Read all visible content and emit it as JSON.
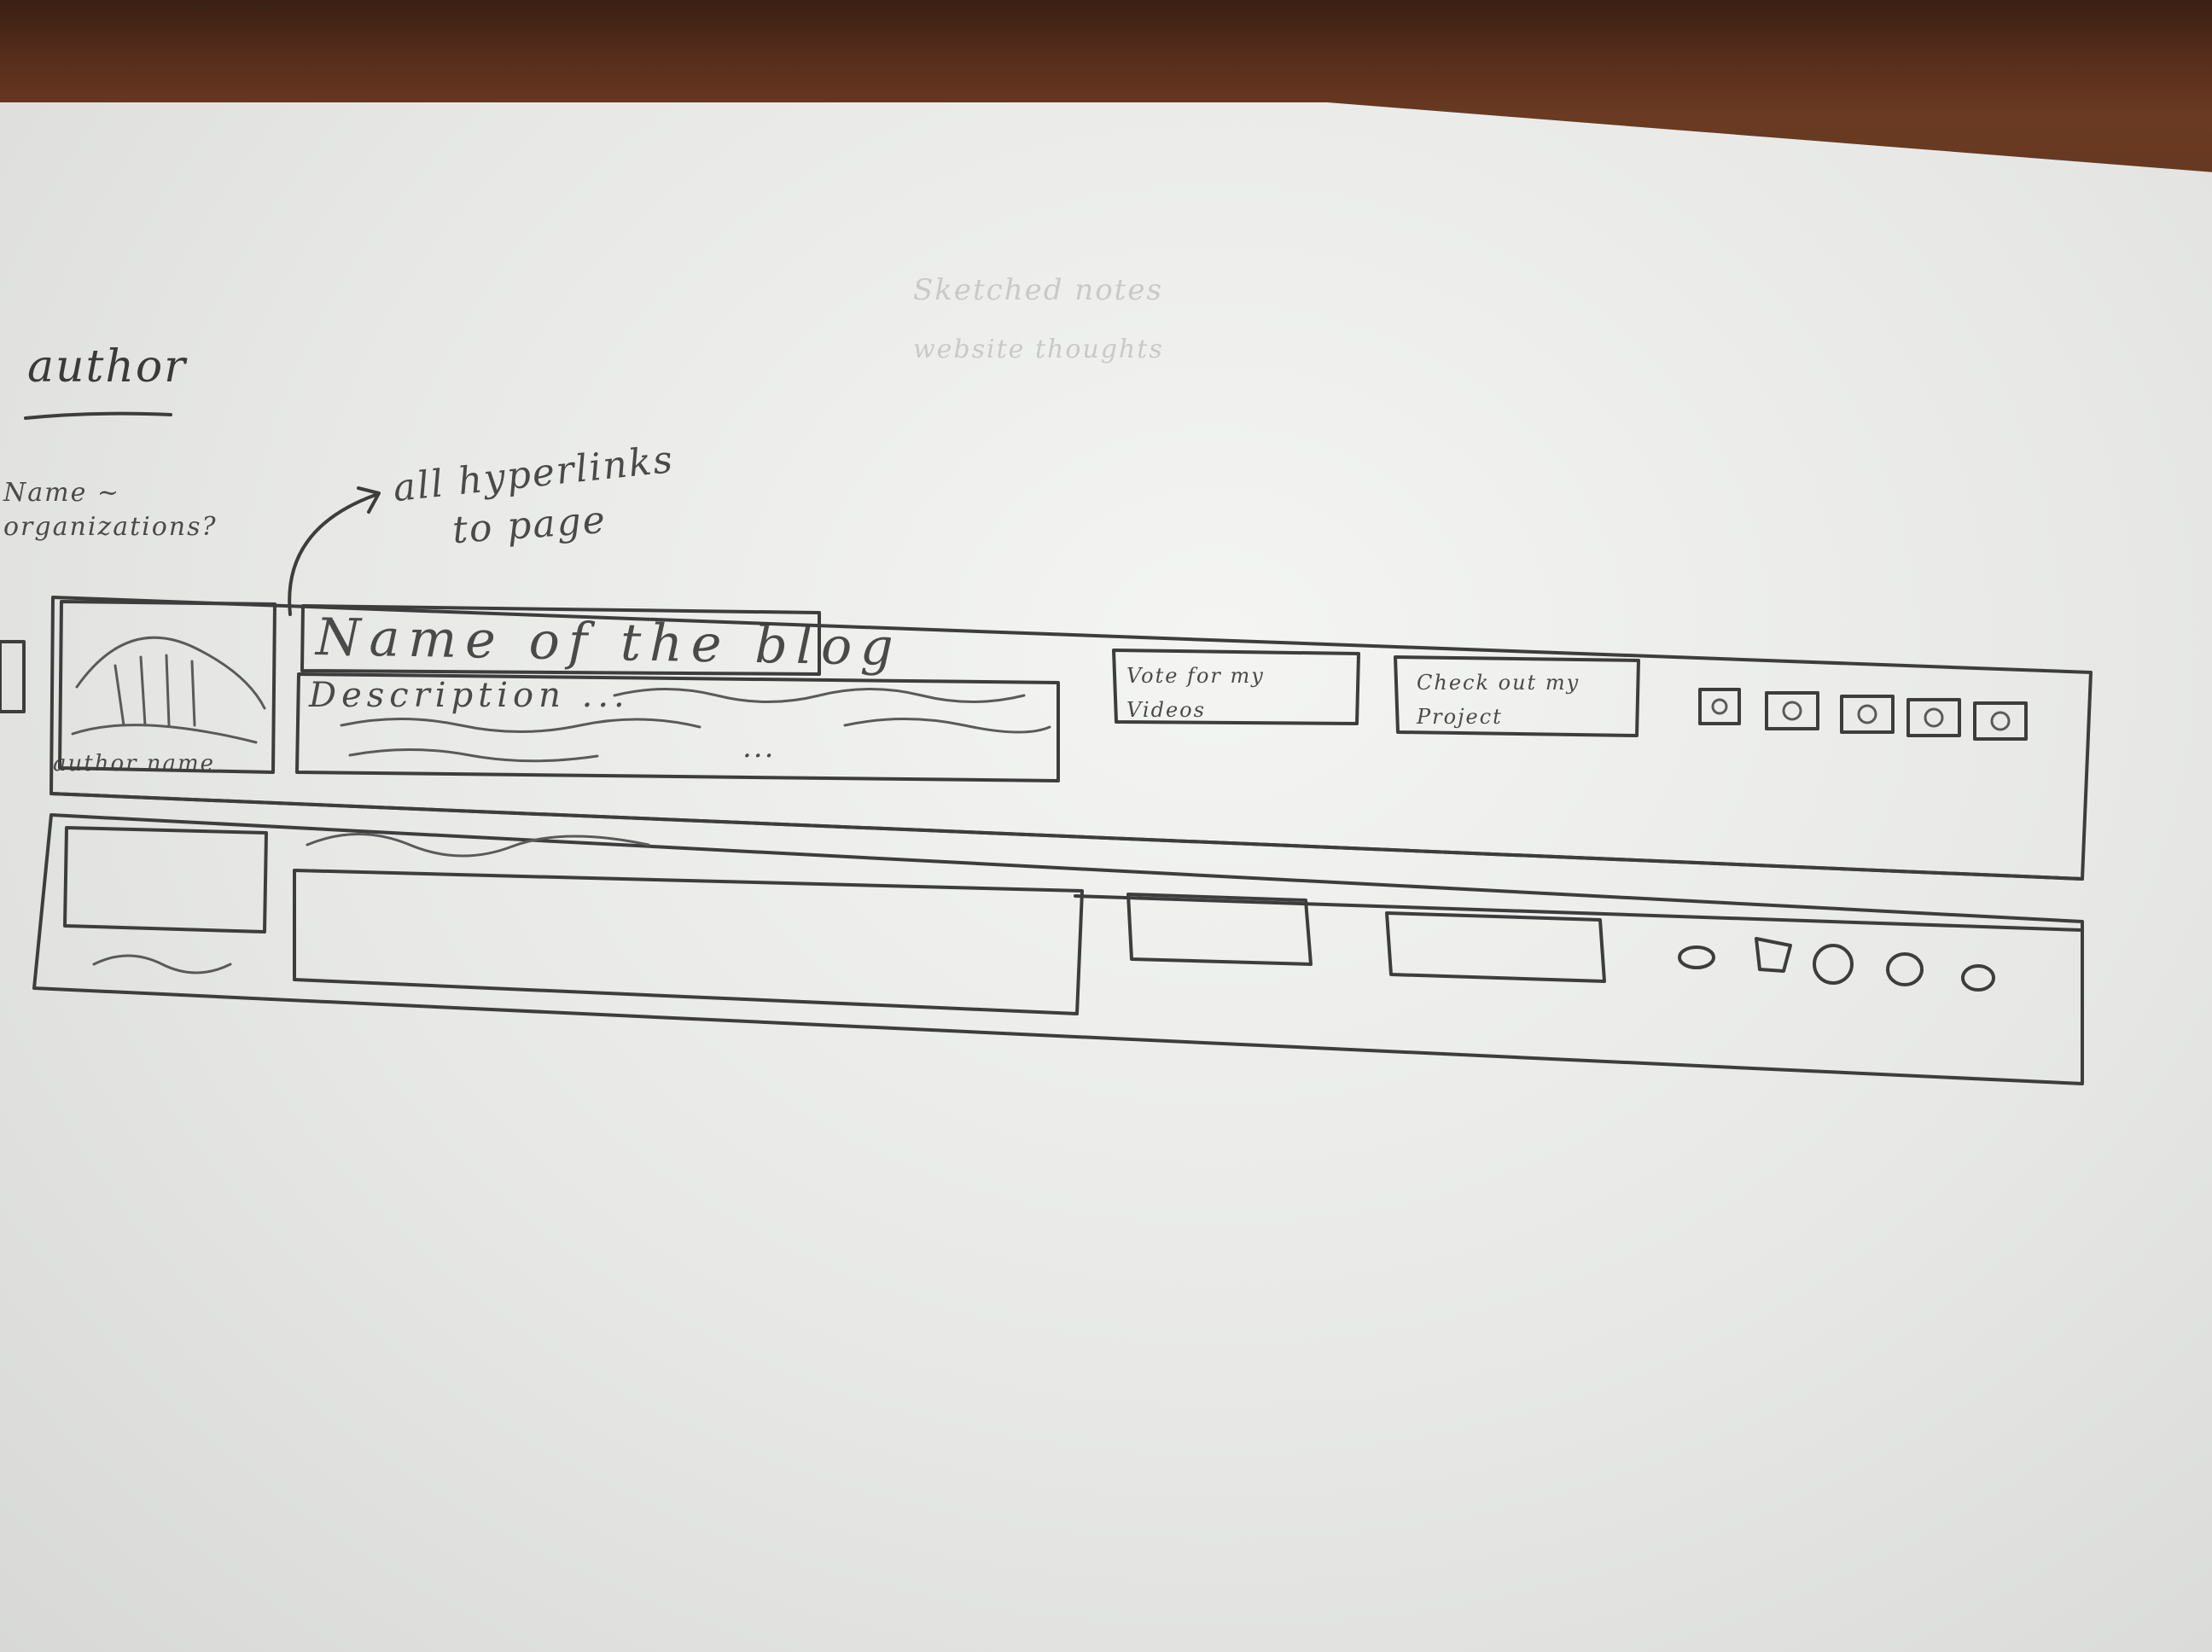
{
  "sketch": {
    "page_title": "author",
    "faint_note": [
      "Sketched notes",
      "website thoughts"
    ],
    "side_note": [
      "Name ~",
      "organizations?"
    ],
    "annotation": [
      "all hyperlinks",
      "to page"
    ],
    "row1": {
      "image_caption": "author name",
      "title_box": "Name of the blog",
      "description": "Description ...",
      "more_dots": "...",
      "button_1": "Vote for my Videos",
      "button_2": "Check out my Project",
      "social_icons": [
        "icon-1",
        "icon-2",
        "icon-3",
        "icon-4",
        "icon-5"
      ]
    },
    "row2": {
      "social_icons": [
        "icon-1",
        "icon-2",
        "icon-3",
        "icon-4",
        "icon-5"
      ]
    }
  }
}
